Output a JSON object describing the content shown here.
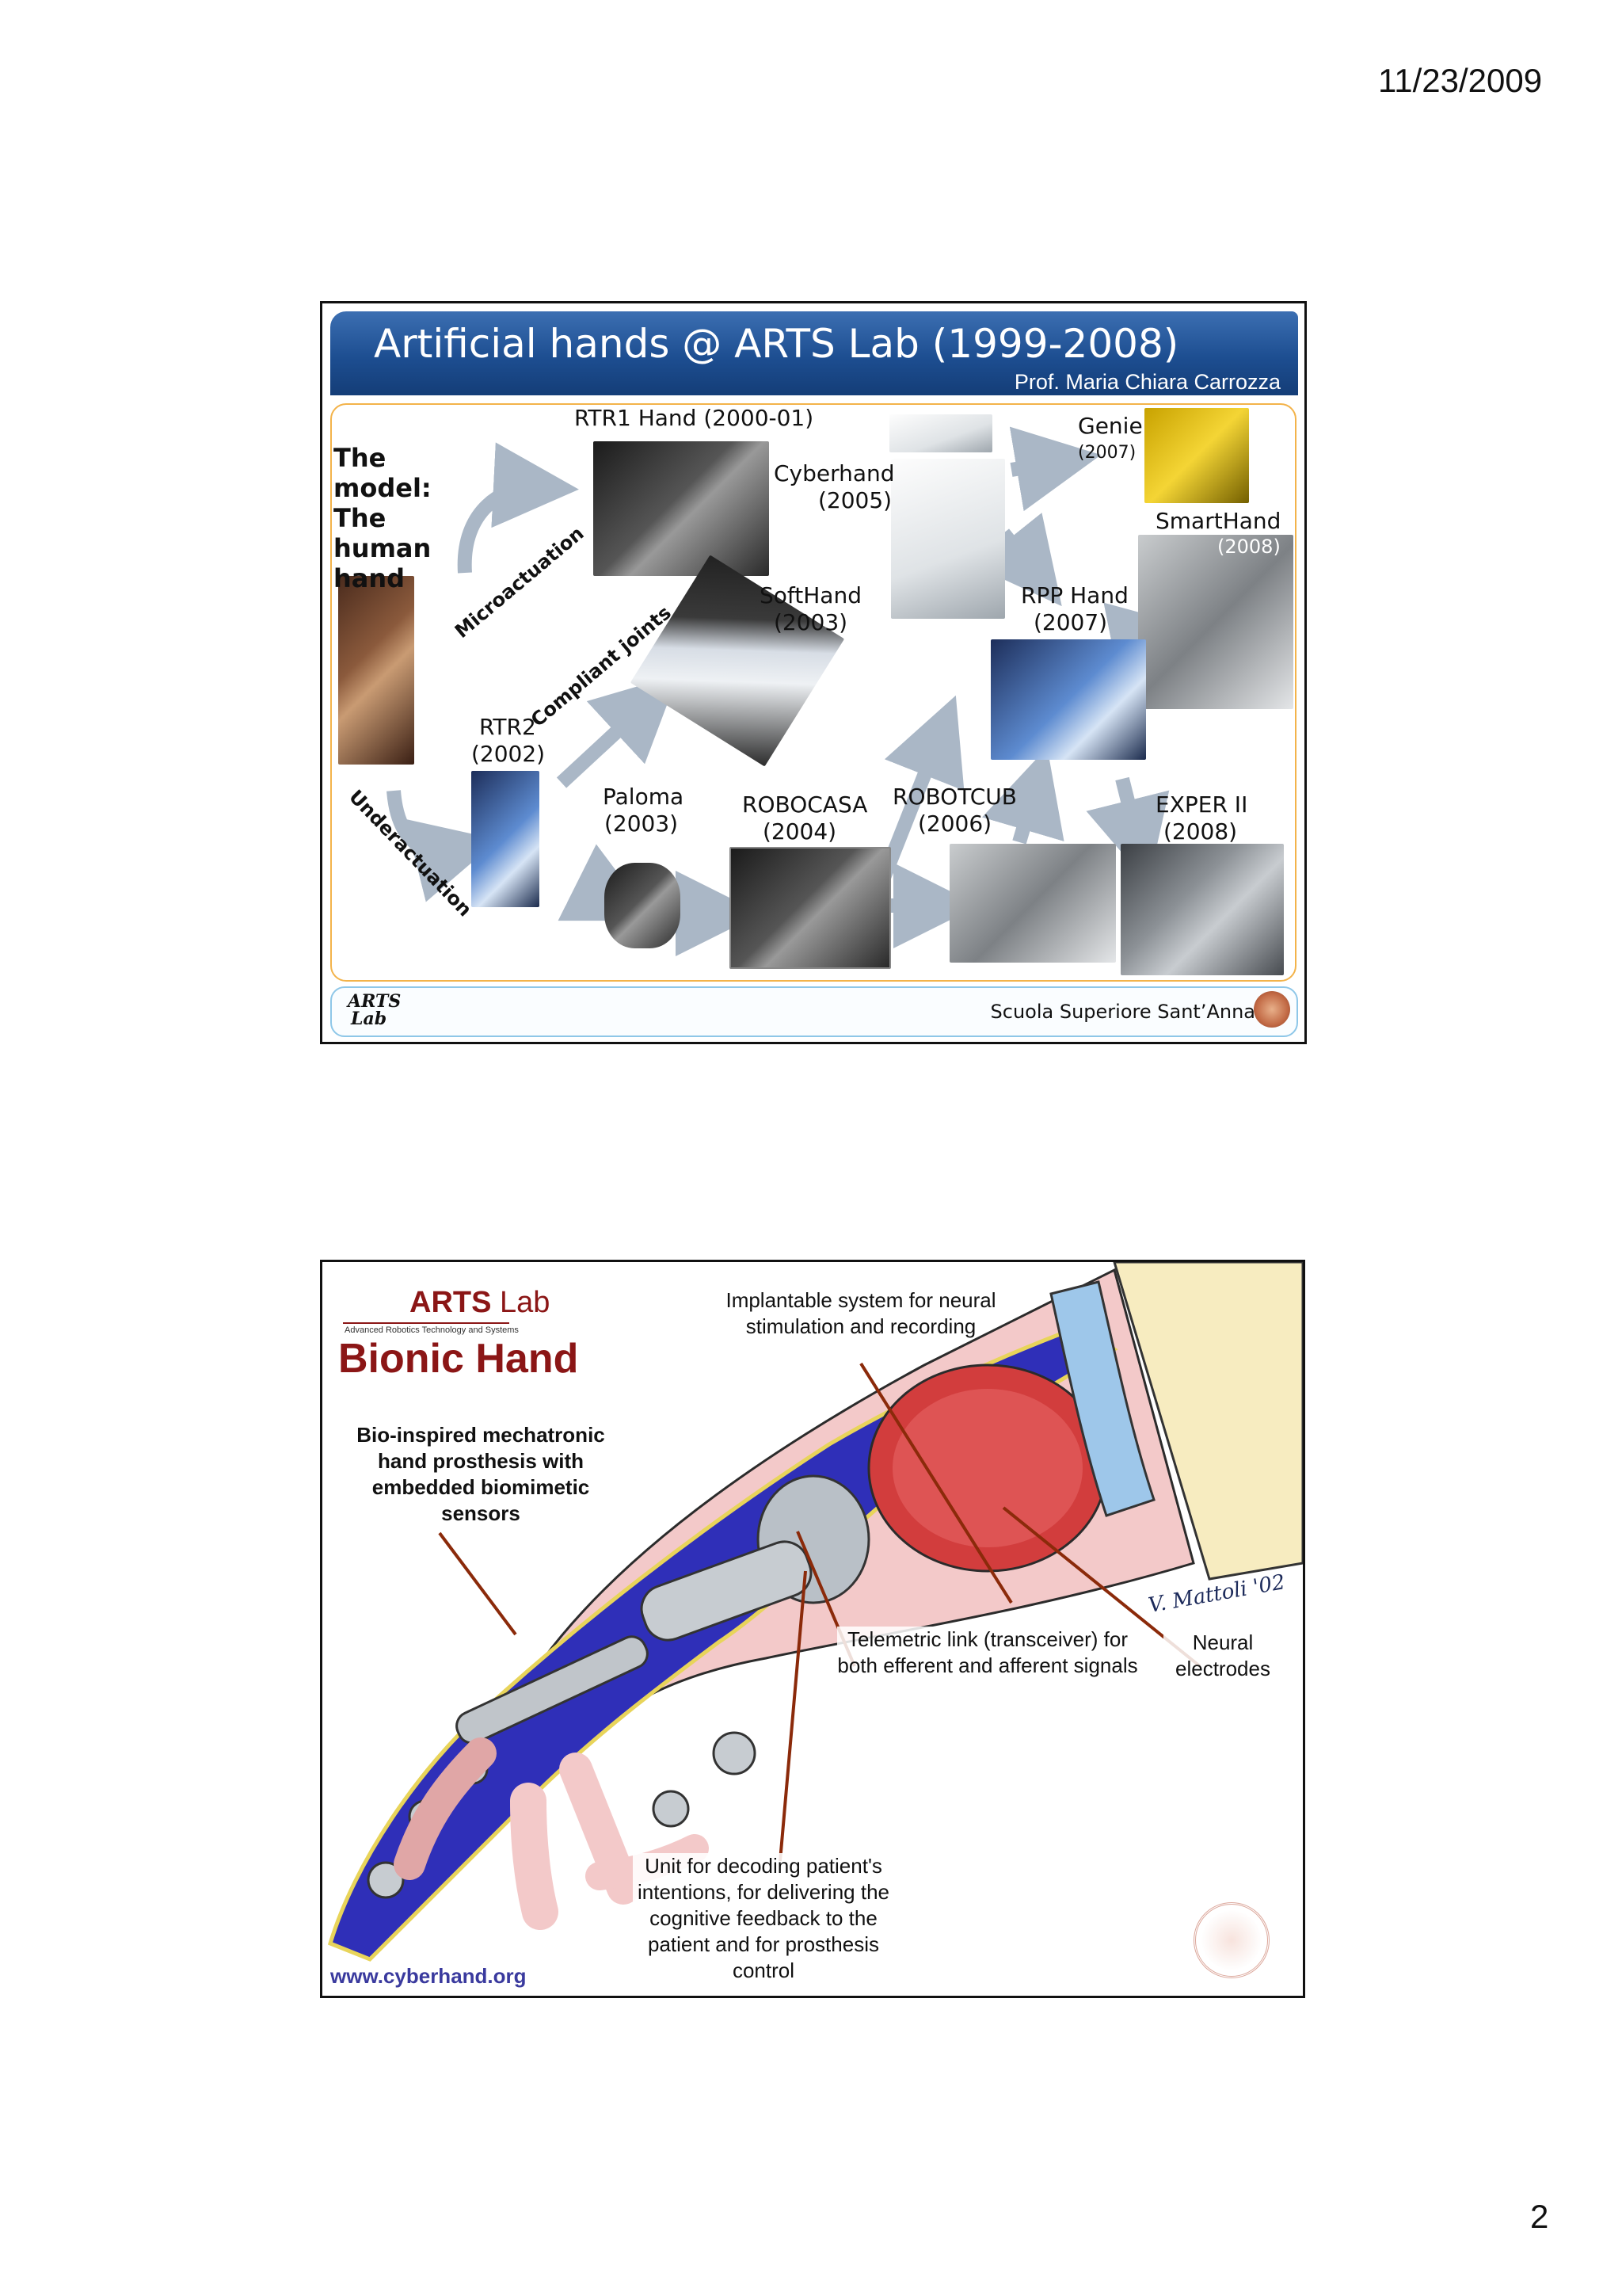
{
  "page": {
    "date": "11/23/2009",
    "number": "2"
  },
  "slide1": {
    "title": "Artificial hands @ ARTS Lab (1999-2008)",
    "author": "Prof. Maria Chiara Carrozza",
    "model_label": "The model: The human hand",
    "labels": {
      "rtr1": "RTR1 Hand (2000-01)",
      "cyberhand_name": "Cyberhand",
      "cyberhand_year": "(2005)",
      "genie_name": "Genie",
      "genie_year": "(2007)",
      "smarthand_name": "SmartHand",
      "smarthand_year": "(2008)",
      "softhand_name": "SoftHand",
      "softhand_year": "(2003)",
      "rpp_name": "RPP Hand",
      "rpp_year": "(2007)",
      "rtr2_name": "RTR2",
      "rtr2_year": "(2002)",
      "paloma_name": "Paloma",
      "paloma_year": "(2003)",
      "robocasa_name": "ROBOCASA",
      "robocasa_year": "(2004)",
      "robotcub_name": "ROBOTCUB",
      "robotcub_year": "(2006)",
      "exper_name": "EXPER II",
      "exper_year": "(2008)"
    },
    "arrow_labels": {
      "microactuation": "Microactuation",
      "compliant": "Compliant joints",
      "underactuation": "Underactuation"
    },
    "footer": {
      "logo_line1": "ARTS",
      "logo_line2": "Lab",
      "school": "Scuola Superiore Sant’Anna"
    },
    "colors": {
      "band": "#1d4e91",
      "frame": "#f3b34a",
      "arrow": "#a6b4c4"
    }
  },
  "slide2": {
    "lab_bold": "ARTS",
    "lab_rest": " Lab",
    "lab_subtitle": "Advanced Robotics Technology and Systems",
    "title": "Bionic Hand",
    "notes": {
      "implant": "Implantable system for neural stimulation and recording",
      "bio": "Bio-inspired mechatronic hand prosthesis with embedded biomimetic sensors",
      "telemetric": "Telemetric link (transceiver) for both efferent and afferent signals",
      "neural": "Neural electrodes",
      "unit": "Unit for decoding patient's intentions, for delivering the cognitive feedback to the patient  and for prosthesis control"
    },
    "signature": "V. Mattoli '02",
    "url": "www.cyberhand.org",
    "colors": {
      "title": "#8b1616",
      "pointer": "#8b2a0a",
      "url": "#3a3a9e"
    }
  }
}
